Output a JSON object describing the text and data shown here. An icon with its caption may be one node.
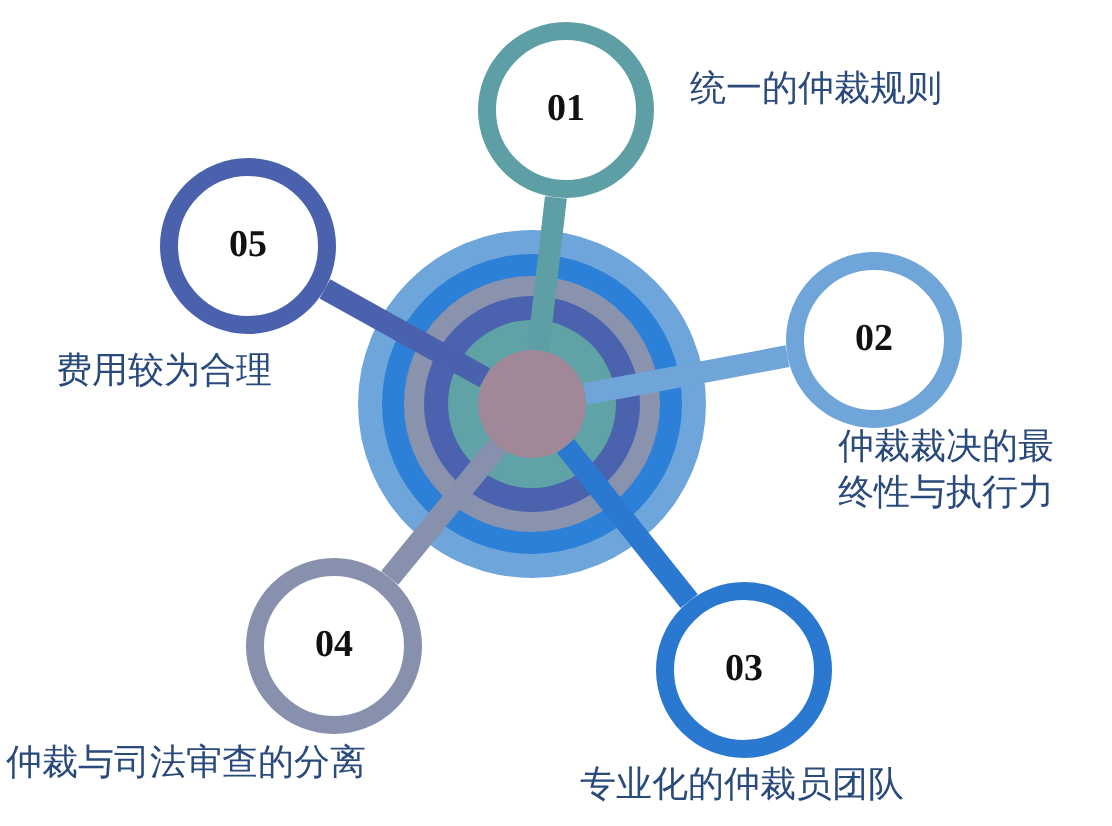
{
  "diagram": {
    "nodes": [
      {
        "text": [],
        "shape": "circle"
      },
      {
        "text": [
          "01"
        ],
        "beside": [
          "统一的仲裁规则"
        ]
      },
      {
        "text": [
          "02"
        ],
        "beside": [
          "仲裁裁决的最终性与执行力"
        ]
      },
      {
        "text": [
          "03"
        ],
        "beside": [
          "专业化的仲裁员团队"
        ]
      },
      {
        "text": [
          "04"
        ],
        "beside": [
          "仲裁与司法审查的分离"
        ]
      },
      {
        "text": [
          "05"
        ],
        "beside": [
          "费用较为合理"
        ]
      }
    ],
    "edges": [
      {
        "from": 0,
        "to": 1,
        "arrow": "none",
        "color": "#5e9fa5"
      },
      {
        "from": 0,
        "to": 2,
        "arrow": "none",
        "color": "#6fa5d8"
      },
      {
        "from": 0,
        "to": 3,
        "arrow": "none",
        "color": "#2b78d0"
      },
      {
        "from": 0,
        "to": 4,
        "arrow": "none",
        "color": "#8791ad"
      },
      {
        "from": 0,
        "to": 5,
        "arrow": "none",
        "color": "#4a62ad"
      }
    ]
  }
}
